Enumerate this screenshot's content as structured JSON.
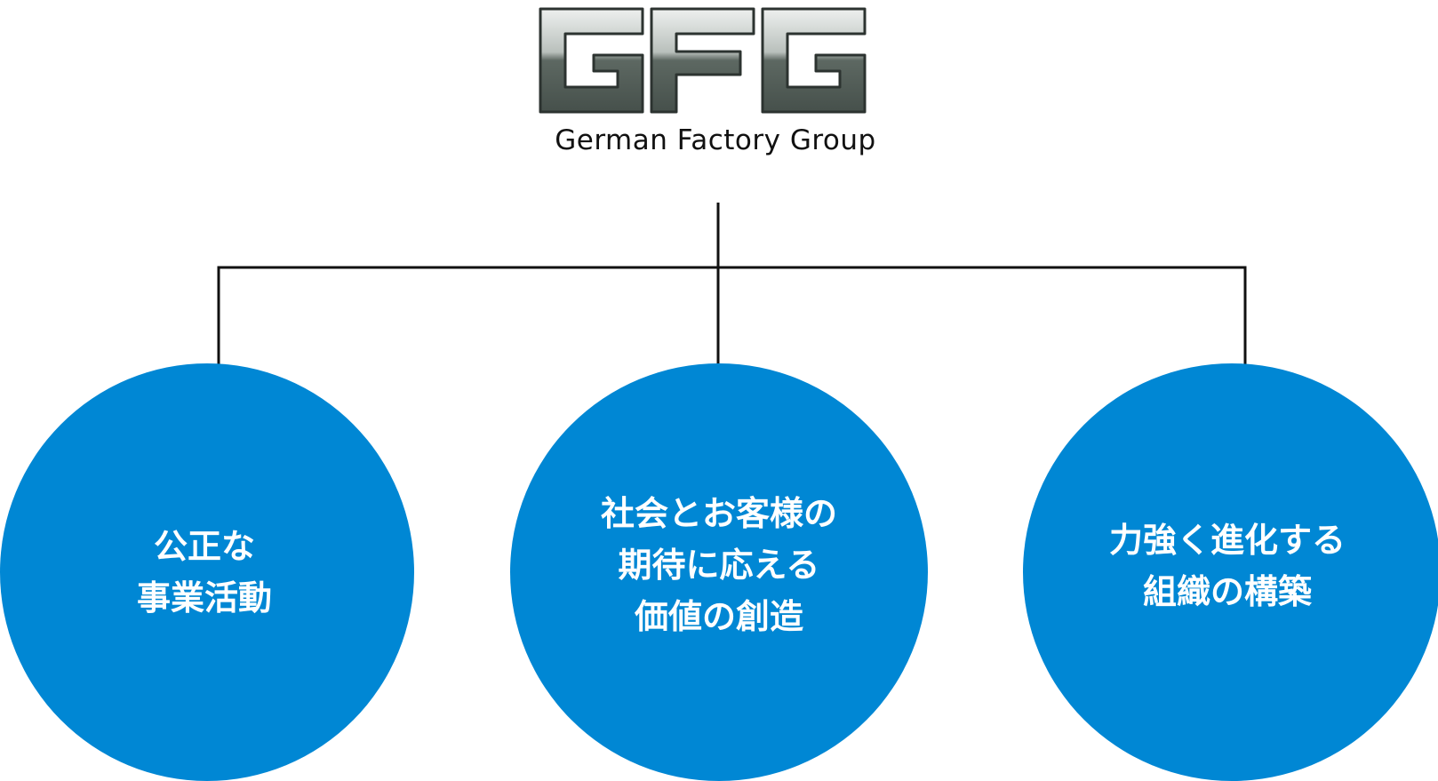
{
  "logo": {
    "text": "GFG",
    "tagline": "German Factory Group"
  },
  "colors": {
    "circle_fill": "#0087d4",
    "circle_text": "#ffffff",
    "connector": "#111111",
    "logo_dark": "#4f5a55",
    "logo_light": "#e9ecea"
  },
  "nodes": [
    {
      "lines": [
        "公正な",
        "事業活動"
      ]
    },
    {
      "lines": [
        "社会とお客様の",
        "期待に応える",
        "価値の創造"
      ]
    },
    {
      "lines": [
        "力強く進化する",
        "組織の構築"
      ]
    }
  ]
}
